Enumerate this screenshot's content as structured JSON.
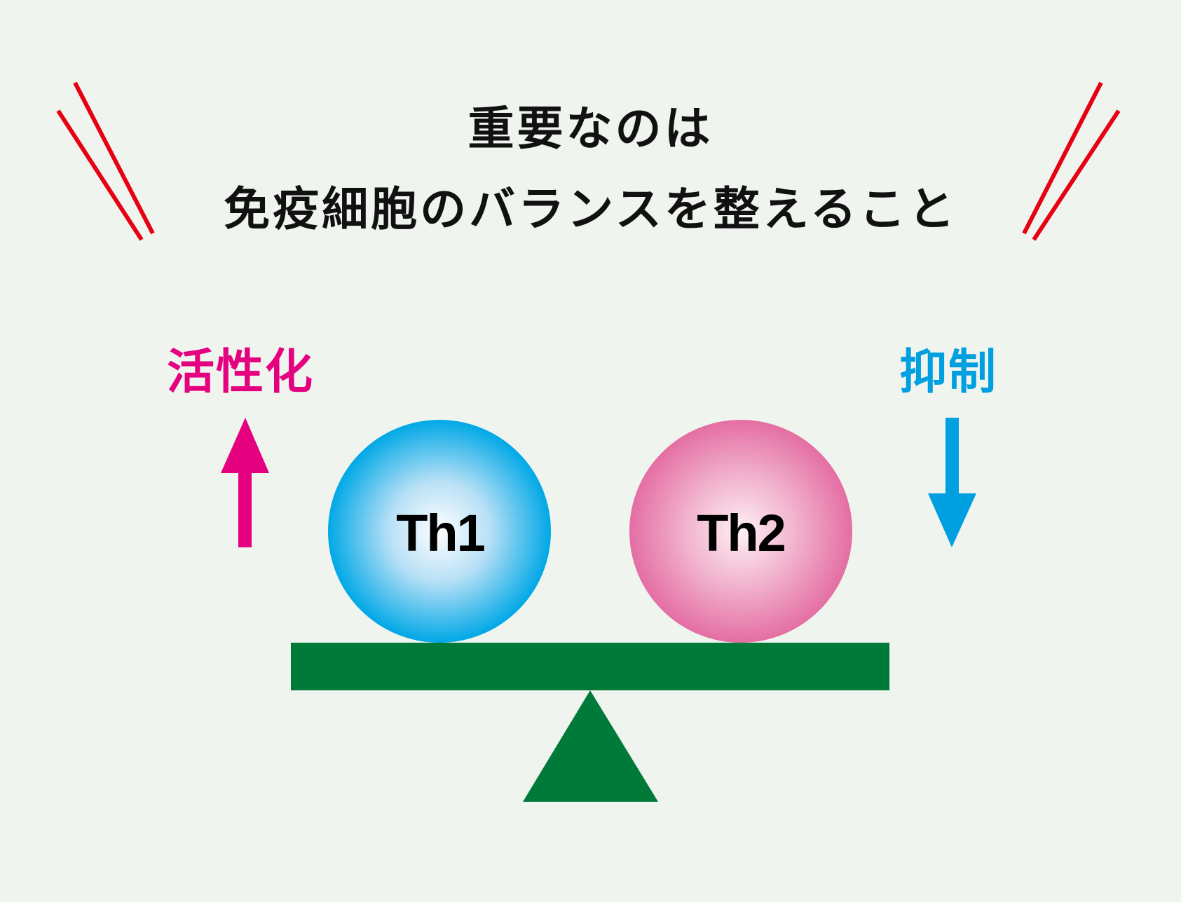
{
  "title": {
    "line1": "重要なのは",
    "line2": "免疫細胞のバランスを整えること"
  },
  "left": {
    "label": "活性化",
    "arrow": "up-arrow",
    "color": "#e4007f"
  },
  "right": {
    "label": "抑制",
    "arrow": "down-arrow",
    "color": "#00a0e0"
  },
  "cells": [
    {
      "label": "Th1",
      "color": "#00a8e6"
    },
    {
      "label": "Th2",
      "color": "#e46ea3"
    }
  ],
  "scale_color": "#007a38",
  "accent_color": "#e60012"
}
